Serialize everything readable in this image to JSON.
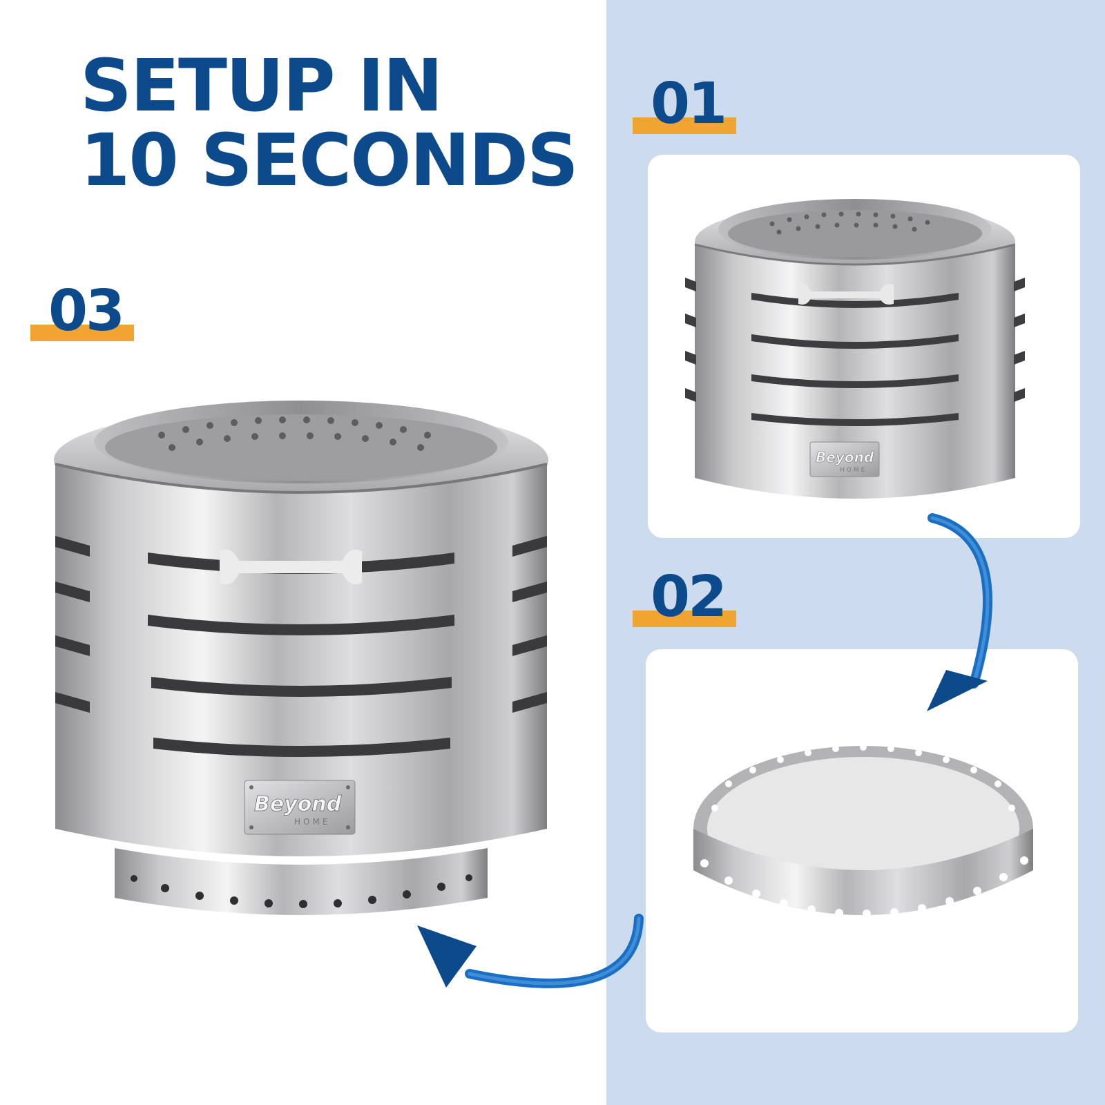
{
  "headline": {
    "line1": "SETUP IN",
    "line2": "10 SECONDS"
  },
  "steps": [
    {
      "number": "01"
    },
    {
      "number": "02"
    },
    {
      "number": "03"
    }
  ],
  "brand": {
    "name": "Beyond",
    "sub": "HOME"
  },
  "colors": {
    "accent_blue": "#0d4a8c",
    "accent_orange": "#f0a532",
    "panel_bg": "#ccdcee",
    "arrow_blue": "#1a6fc4"
  }
}
